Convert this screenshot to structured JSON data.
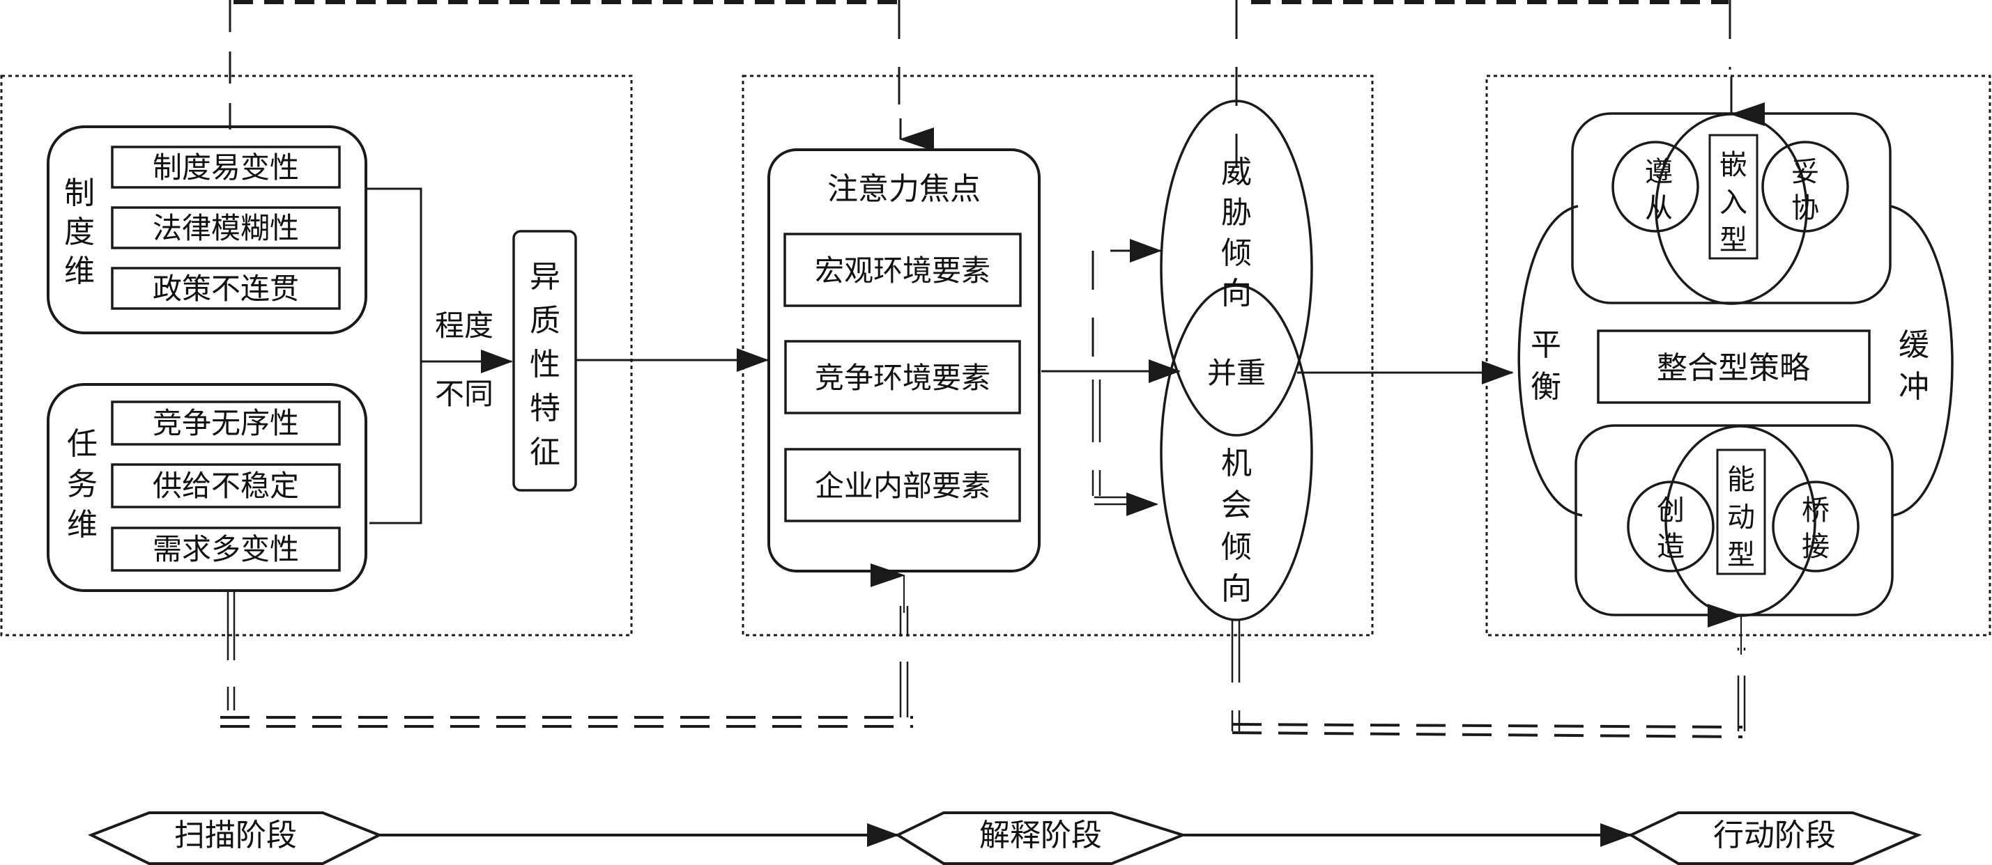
{
  "colors": {
    "ink": "#1a1a1a",
    "background": "#ffffff"
  },
  "scan": {
    "institutional": {
      "label": [
        "制",
        "度",
        "维"
      ],
      "items": [
        "制度易变性",
        "法律模糊性",
        "政策不连贯"
      ]
    },
    "task": {
      "label": [
        "任",
        "务",
        "维"
      ],
      "items": [
        "竞争无序性",
        "供给不稳定",
        "需求多变性"
      ]
    },
    "degree_top": "程度",
    "degree_bottom": "不同",
    "heterogeneity": [
      "异",
      "质",
      "性",
      "特",
      "征"
    ]
  },
  "interpret": {
    "attention_title": "注意力焦点",
    "factors": [
      "宏观环境要素",
      "竞争环境要素",
      "企业内部要素"
    ],
    "threat": [
      "威",
      "胁",
      "倾",
      "向"
    ],
    "both": "并重",
    "opportunity": [
      "机",
      "会",
      "倾",
      "向"
    ]
  },
  "action": {
    "embedded": {
      "type": [
        "嵌",
        "入",
        "型"
      ],
      "left": [
        "遵",
        "从"
      ],
      "right": [
        "妥",
        "协"
      ]
    },
    "proactive": {
      "type": [
        "能",
        "动",
        "型"
      ],
      "left": [
        "创",
        "造"
      ],
      "right": [
        "桥",
        "接"
      ]
    },
    "integrated": "整合型策略",
    "balance": [
      "平",
      "衡"
    ],
    "buffer": [
      "缓",
      "冲"
    ]
  },
  "stages": [
    "扫描阶段",
    "解释阶段",
    "行动阶段"
  ]
}
